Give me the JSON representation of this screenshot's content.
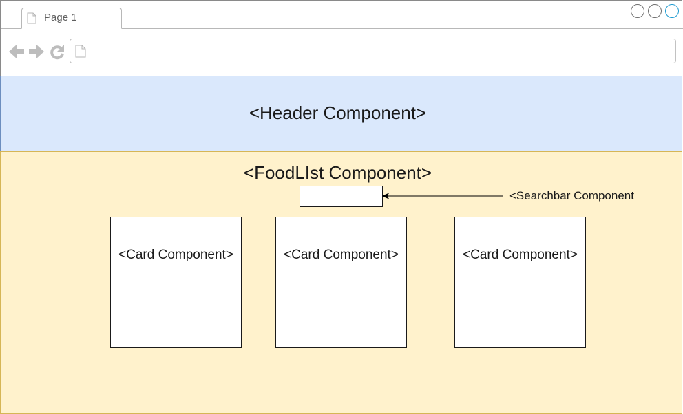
{
  "browser": {
    "tab": {
      "label": "Page 1",
      "icon": "document-icon"
    },
    "window_controls": [
      "minimize-icon",
      "restore-icon",
      "maximize-icon"
    ],
    "nav_icons": [
      "back-arrow-icon",
      "forward-arrow-icon",
      "reload-icon"
    ],
    "address": {
      "icon": "document-icon",
      "value": ""
    }
  },
  "header": {
    "label": "<Header Component>"
  },
  "foodlist": {
    "label": "<FoodLIst Component>",
    "searchbar": {
      "annotation": "<Searchbar Component"
    },
    "cards": [
      {
        "label": "<Card Component>"
      },
      {
        "label": "<Card Component>"
      },
      {
        "label": "<Card Component>"
      }
    ]
  },
  "colors": {
    "header_fill": "#dae8fc",
    "header_stroke": "#6c8ebf",
    "foodlist_fill": "#fff2cc",
    "foodlist_stroke": "#d6b656",
    "maximize_accent": "#1f9bd1"
  }
}
